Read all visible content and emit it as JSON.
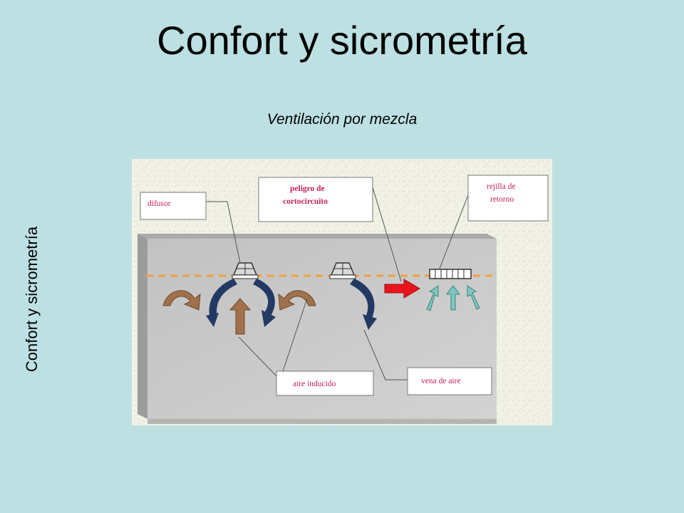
{
  "slide": {
    "title": "Confort y sicrometría",
    "side_label": "Confort y sicrometría",
    "subtitle": "Ventilación por mezcla"
  },
  "diagram": {
    "callouts": {
      "difusor": "difusor",
      "peligro_line1": "peligro de",
      "peligro_line2": "cortocircuito",
      "rejilla_line1": "rejilla de",
      "rejilla_line2": "retorno",
      "aire_inducido": "aire inducido",
      "vena_de_aire": "vena de aire"
    },
    "colors": {
      "background": "#bde0e2",
      "room_wall": "#c9c9c9",
      "dashed_line": "#f0a13a",
      "induced_air_arrow": "#a0714a",
      "air_stream_arrow": "#223a63",
      "short_circuit_arrow": "#e8161c",
      "return_arrow": "#7cc6c0",
      "callout_text": "#c41e5a"
    }
  }
}
